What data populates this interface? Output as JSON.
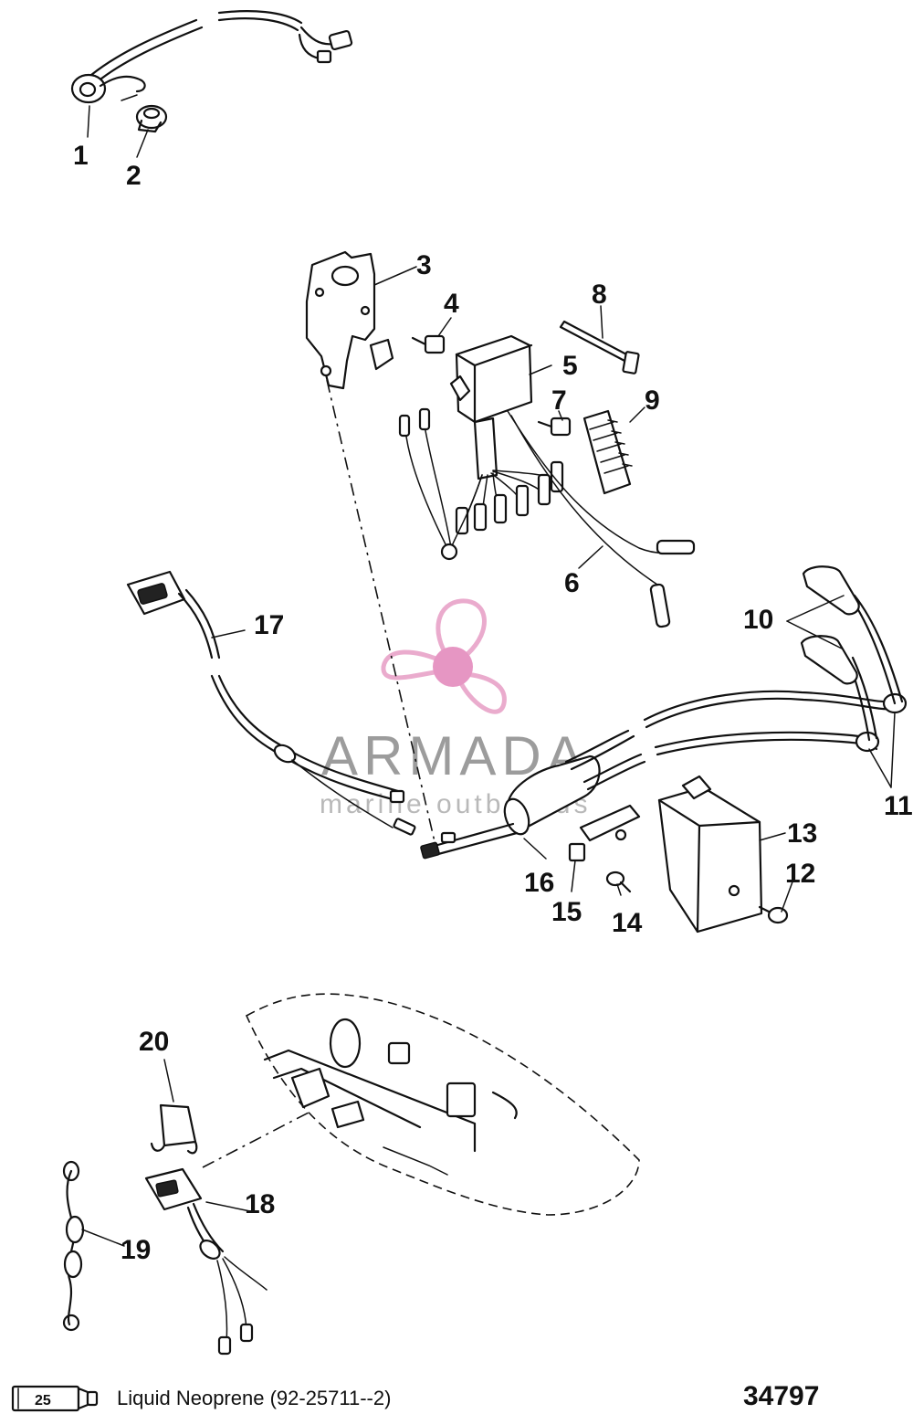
{
  "callouts": [
    "1",
    "2",
    "3",
    "4",
    "5",
    "6",
    "7",
    "8",
    "9",
    "10",
    "11",
    "12",
    "13",
    "14",
    "15",
    "16",
    "17",
    "18",
    "19",
    "20"
  ],
  "watermark": {
    "brand": "ARMADA",
    "tagline": "marine outboards",
    "colors": {
      "propeller": "#e8a3c8",
      "hub": "#e48bbd",
      "text": "#9c9c9c"
    }
  },
  "legend": {
    "tube_number": "25",
    "text": "Liquid Neoprene (92-25711--2)"
  },
  "drawing_number": "34797"
}
